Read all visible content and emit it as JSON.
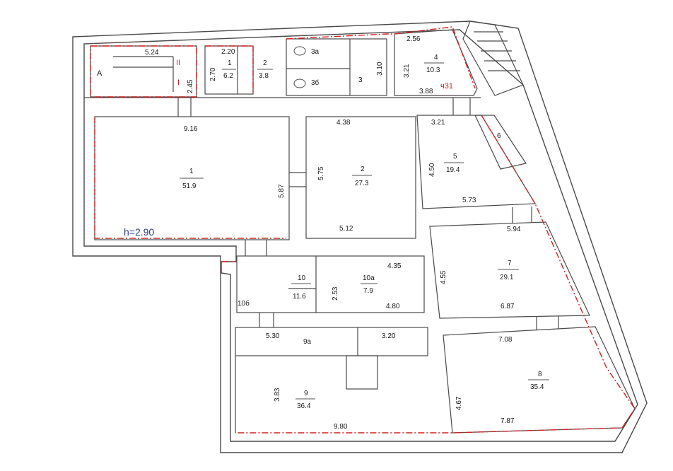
{
  "colors": {
    "wall": "#4a4a4a",
    "boundary": "#d42020",
    "text": "#1a1a1a",
    "height_label": "#2a3a8c"
  },
  "annotations": {
    "height": "h=2.90",
    "cadastral": "ч31",
    "stair_A": "A",
    "stair_roman_upper": "II",
    "stair_roman_lower": "I"
  },
  "rooms": [
    {
      "id": "room-1",
      "number": "1",
      "area": "51.9",
      "dims": [
        "9.16",
        "5.87"
      ]
    },
    {
      "id": "room-2",
      "number": "2",
      "area": "27.3",
      "dims": [
        "4.38",
        "5.75",
        "5.12"
      ]
    },
    {
      "id": "room-5",
      "number": "5",
      "area": "19.4",
      "dims": [
        "3.21",
        "4.50",
        "5.73"
      ]
    },
    {
      "id": "room-6",
      "number": "6",
      "area": "",
      "dims": []
    },
    {
      "id": "room-4",
      "number": "4",
      "area": "10.3",
      "dims": [
        "2.56",
        "3.21",
        "3.88"
      ]
    },
    {
      "id": "room-3",
      "number": "3",
      "area": "",
      "dims": [
        "3.10"
      ]
    },
    {
      "id": "room-3a",
      "number": "3a",
      "area": "",
      "dims": []
    },
    {
      "id": "room-3b",
      "number": "3б",
      "area": "",
      "dims": []
    },
    {
      "id": "room-top-1",
      "number": "1",
      "area": "6.2",
      "dims": [
        "2.20",
        "2.70"
      ]
    },
    {
      "id": "room-top-2",
      "number": "2",
      "area": "3.8",
      "dims": []
    },
    {
      "id": "stair",
      "number": "",
      "area": "",
      "dims": [
        "5.24",
        "2.45"
      ]
    },
    {
      "id": "room-7",
      "number": "7",
      "area": "29.1",
      "dims": [
        "5.94",
        "4.55",
        "6.87"
      ]
    },
    {
      "id": "room-8",
      "number": "8",
      "area": "35.4",
      "dims": [
        "7.08",
        "4.67",
        "7.87"
      ]
    },
    {
      "id": "room-10",
      "number": "10",
      "area": "11.6",
      "dims": [
        "2.53"
      ]
    },
    {
      "id": "room-10a",
      "number": "10a",
      "area": "7.9",
      "dims": [
        "4.35",
        "4.80"
      ]
    },
    {
      "id": "room-10b",
      "number": "10б",
      "area": "",
      "dims": []
    },
    {
      "id": "room-9a",
      "number": "9a",
      "area": "",
      "dims": [
        "5.30",
        "3.20"
      ]
    },
    {
      "id": "room-9",
      "number": "9",
      "area": "36.4",
      "dims": [
        "3.83",
        "9.80"
      ]
    }
  ]
}
